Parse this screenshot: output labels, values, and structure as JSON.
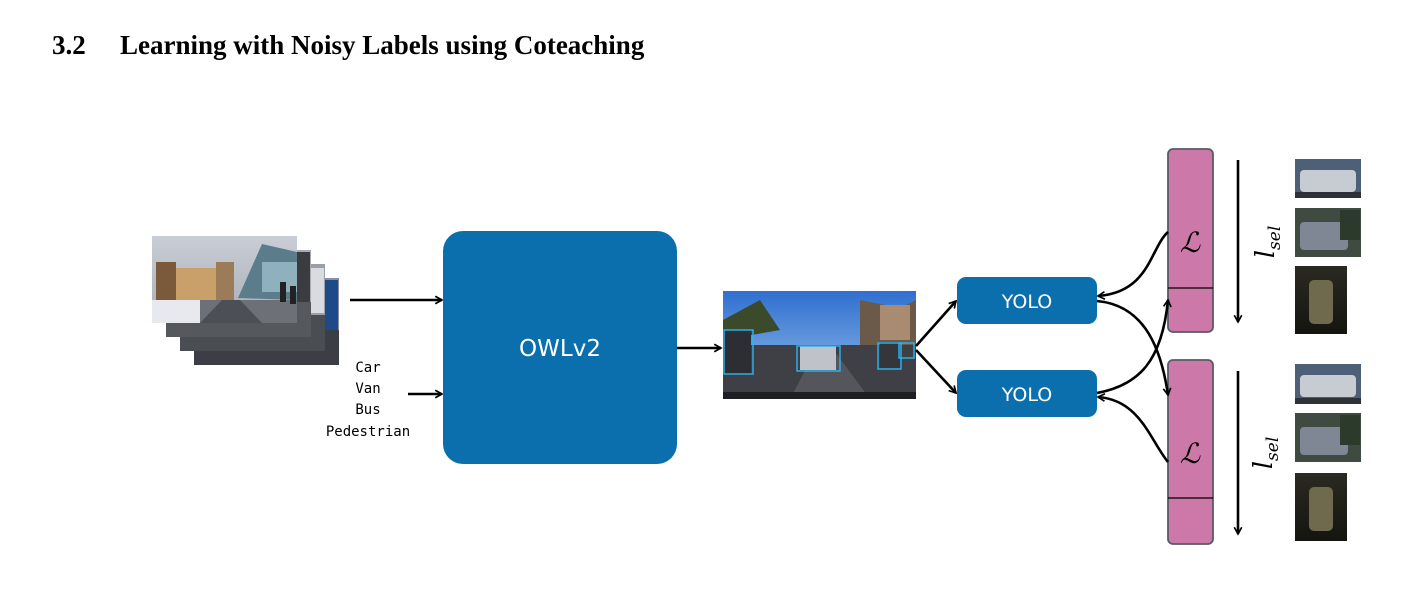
{
  "section": {
    "number": "3.2",
    "title": "Learning with Noisy Labels using Coteaching"
  },
  "classes": [
    "Car",
    "Van",
    "Bus",
    "Pedestrian"
  ],
  "nodes": {
    "detector": "OWLv2",
    "student_a": "YOLO",
    "student_b": "YOLO",
    "loss_symbol": "ℒ",
    "selected_label_base": "l",
    "selected_label_sub": "sel"
  },
  "colors": {
    "model_blue": "#0b6fae",
    "loss_pink": "#cc78a8",
    "box_cyan": "#29b6f6"
  }
}
